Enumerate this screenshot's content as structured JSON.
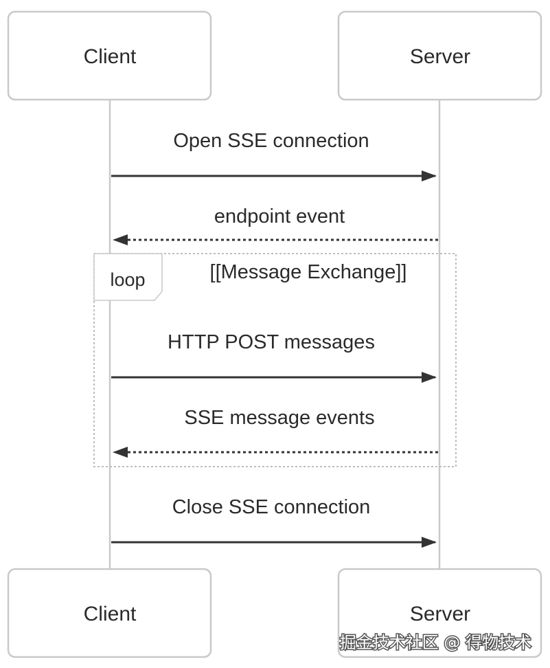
{
  "participants": {
    "client": "Client",
    "server": "Server"
  },
  "messages": [
    {
      "label": "Open SSE connection",
      "direction": "client-to-server",
      "style": "solid"
    },
    {
      "label": "endpoint event",
      "direction": "server-to-client",
      "style": "dashed"
    },
    {
      "label": "HTTP POST messages",
      "direction": "client-to-server",
      "style": "solid"
    },
    {
      "label": "SSE message events",
      "direction": "server-to-client",
      "style": "dashed"
    },
    {
      "label": "Close SSE connection",
      "direction": "client-to-server",
      "style": "solid"
    }
  ],
  "loop": {
    "tag": "loop",
    "title": "[[Message Exchange]]"
  },
  "watermark": "掘金技术社区 @ 得物技术",
  "colors": {
    "arrow": "#333333",
    "box_border": "#c9c9c9",
    "text": "#2a2a2a"
  }
}
